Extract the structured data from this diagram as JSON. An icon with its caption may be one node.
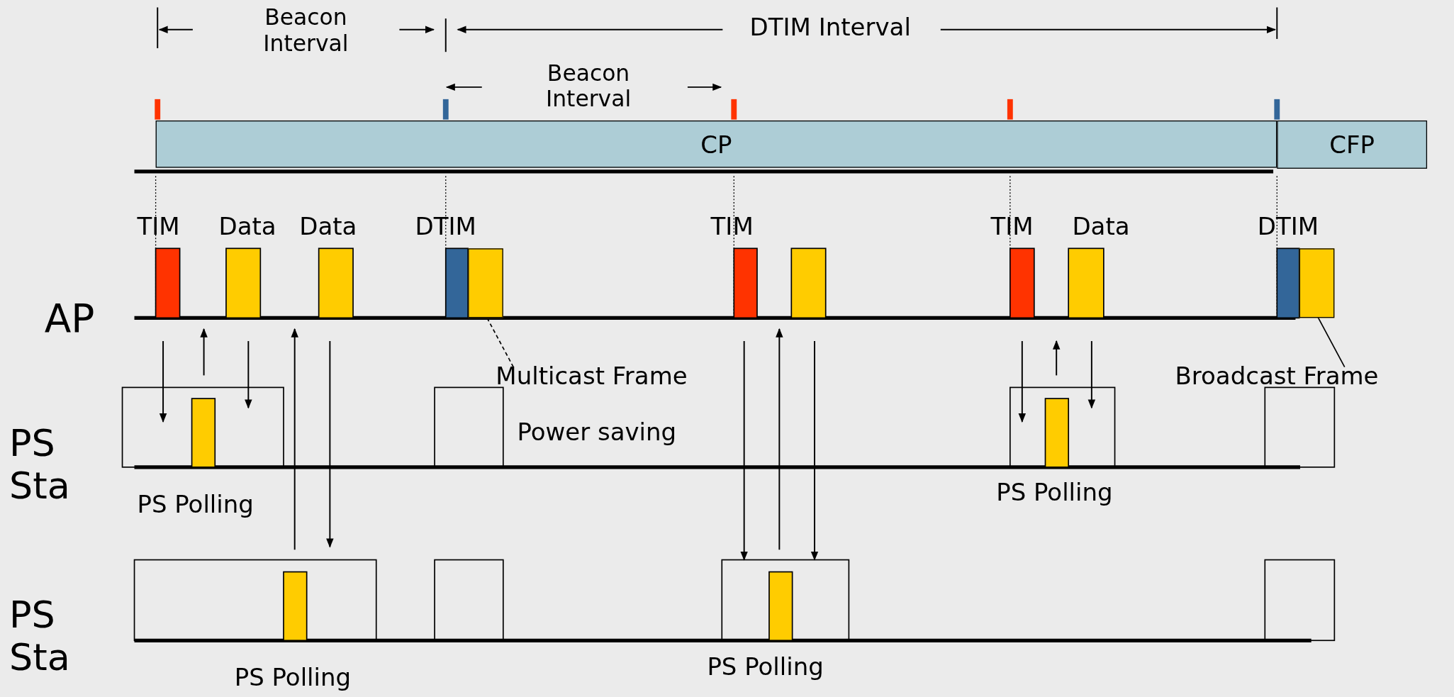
{
  "diagram": {
    "nodes": [
      {
        "text": [
          "CP"
        ]
      },
      {
        "text": [
          "CFP"
        ]
      },
      {
        "text": [
          "Multicast Frame"
        ]
      },
      {
        "text": [],
        "shape": "bar"
      },
      {
        "text": [
          "Broadcast Frame"
        ]
      },
      {
        "text": [],
        "shape": "bar"
      }
    ],
    "edges": [
      {
        "from": 2,
        "to": 3,
        "arrow": "none",
        "style": "dashed"
      },
      {
        "from": 4,
        "to": 5,
        "arrow": "none"
      }
    ],
    "labels": [
      "Beacon Interval",
      "DTIM Interval",
      "Beacon Interval",
      "TIM",
      "Data",
      "Data",
      "DTIM",
      "TIM",
      "TIM",
      "Data",
      "DTIM",
      "AP",
      "Power saving",
      "PS Sta",
      "PS Polling",
      "PS Polling",
      "PS Sta",
      "PS Polling",
      "PS Polling"
    ]
  }
}
